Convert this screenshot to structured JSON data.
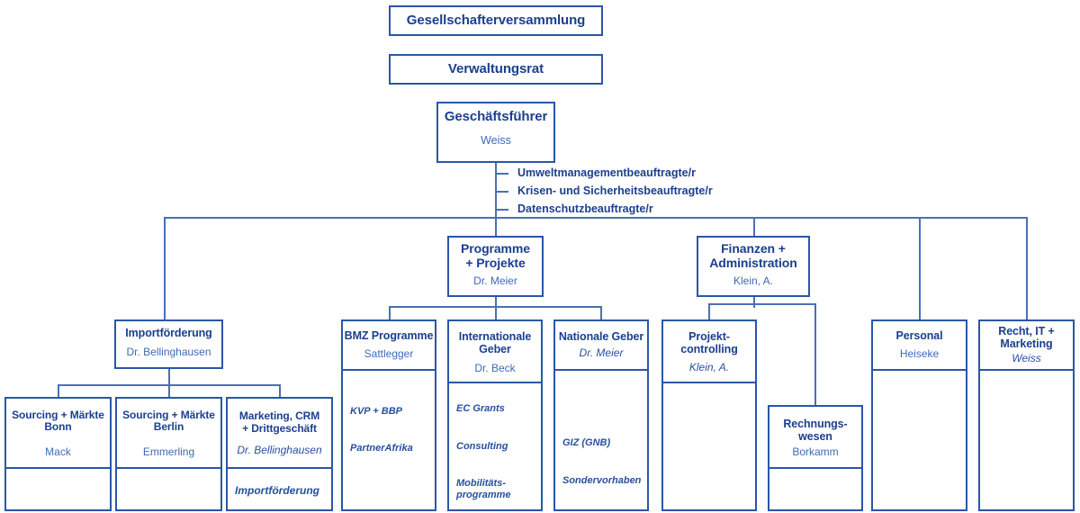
{
  "chart_data": {
    "type": "diagram",
    "title": "Organigramm",
    "accent_color": "#2a56a8",
    "line_color": "#4a6fb5",
    "person_color": "#3e6bb5"
  },
  "top": {
    "shareholders": {
      "title": "Gesellschafterversammlung"
    },
    "board": {
      "title": "Verwaltungsrat"
    },
    "md": {
      "title": "Geschäftsführer",
      "person": "Weiss"
    }
  },
  "staff_functions": [
    {
      "label": "Umweltmanagementbeauftragte/r"
    },
    {
      "label": "Krisen- und Sicherheitsbeauftragte/r"
    },
    {
      "label": "Datenschutzbeauftragte/r"
    }
  ],
  "departments": {
    "import": {
      "title": "Importförderung",
      "person": "Dr. Bellinghausen"
    },
    "programme": {
      "title": "Programme\n+ Projekte",
      "title_line1": "Programme",
      "title_line2": "+ Projekte",
      "person": "Dr. Meier"
    },
    "finance": {
      "title_line1": "Finanzen +",
      "title_line2": "Administration",
      "person": "Klein, A."
    },
    "personal": {
      "title": "Personal",
      "person": "Heiseke"
    },
    "legal": {
      "title_line1": "Recht, IT +",
      "title_line2": "Marketing",
      "person": "Weiss"
    }
  },
  "units": {
    "sourcing_bonn": {
      "title_line1": "Sourcing + Märkte",
      "title_line2": "Bonn",
      "person": "Mack",
      "subitems": []
    },
    "sourcing_berlin": {
      "title_line1": "Sourcing + Märkte",
      "title_line2": "Berlin",
      "person": "Emmerling",
      "subitems": []
    },
    "marketing_crm": {
      "title_line1": "Marketing, CRM",
      "title_line2": "+ Drittgeschäft",
      "person": "Dr. Bellinghausen",
      "subitems": [
        {
          "label": "Importförderung"
        }
      ]
    },
    "bmz": {
      "title": "BMZ Programme",
      "person": "Sattlegger",
      "subitems": [
        {
          "label": "KVP + BBP"
        },
        {
          "label": "PartnerAfrika"
        }
      ]
    },
    "international": {
      "title_line1": "Internationale",
      "title_line2": "Geber",
      "person": "Dr. Beck",
      "subitems": [
        {
          "label": "EC Grants"
        },
        {
          "label": "Consulting"
        },
        {
          "label": "Mobilitäts-"
        },
        {
          "label": "programme"
        }
      ]
    },
    "national": {
      "title": "Nationale Geber",
      "person": "Dr. Meier",
      "subitems": [
        {
          "label": "GIZ (GNB)"
        },
        {
          "label": "Sondervorhaben"
        }
      ]
    },
    "projektcontrolling": {
      "title_line1": "Projekt-",
      "title_line2": "controlling",
      "person": "Klein, A.",
      "subitems": []
    },
    "rechnungswesen": {
      "title_line1": "Rechnungs-",
      "title_line2": "wesen",
      "person": "Borkamm",
      "subitems": []
    }
  }
}
